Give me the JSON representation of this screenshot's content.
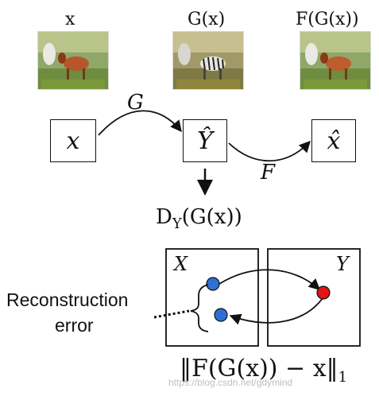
{
  "labels": {
    "x_caption": "x",
    "gx_caption": "G(x)",
    "fgx_caption": "F(G(x))",
    "arrow_g": "G",
    "arrow_f": "F",
    "node_x": "x",
    "node_yhat": "Ŷ",
    "node_xhat": "x̂",
    "discriminator_base": "D",
    "discriminator_sub": "Y",
    "discriminator_arg": "(G(x))",
    "domain_x": "X",
    "domain_y": "Y",
    "reconstruction_line1": "Reconstruction",
    "reconstruction_line2": "error",
    "loss_formula": "‖F(G(x)) − x‖",
    "loss_subscript": "1"
  },
  "watermark": "https://blog.csdn.net/gdymind",
  "colors": {
    "blue_dot": "#2e6fd6",
    "red_dot": "#e01515",
    "line": "#111111"
  }
}
